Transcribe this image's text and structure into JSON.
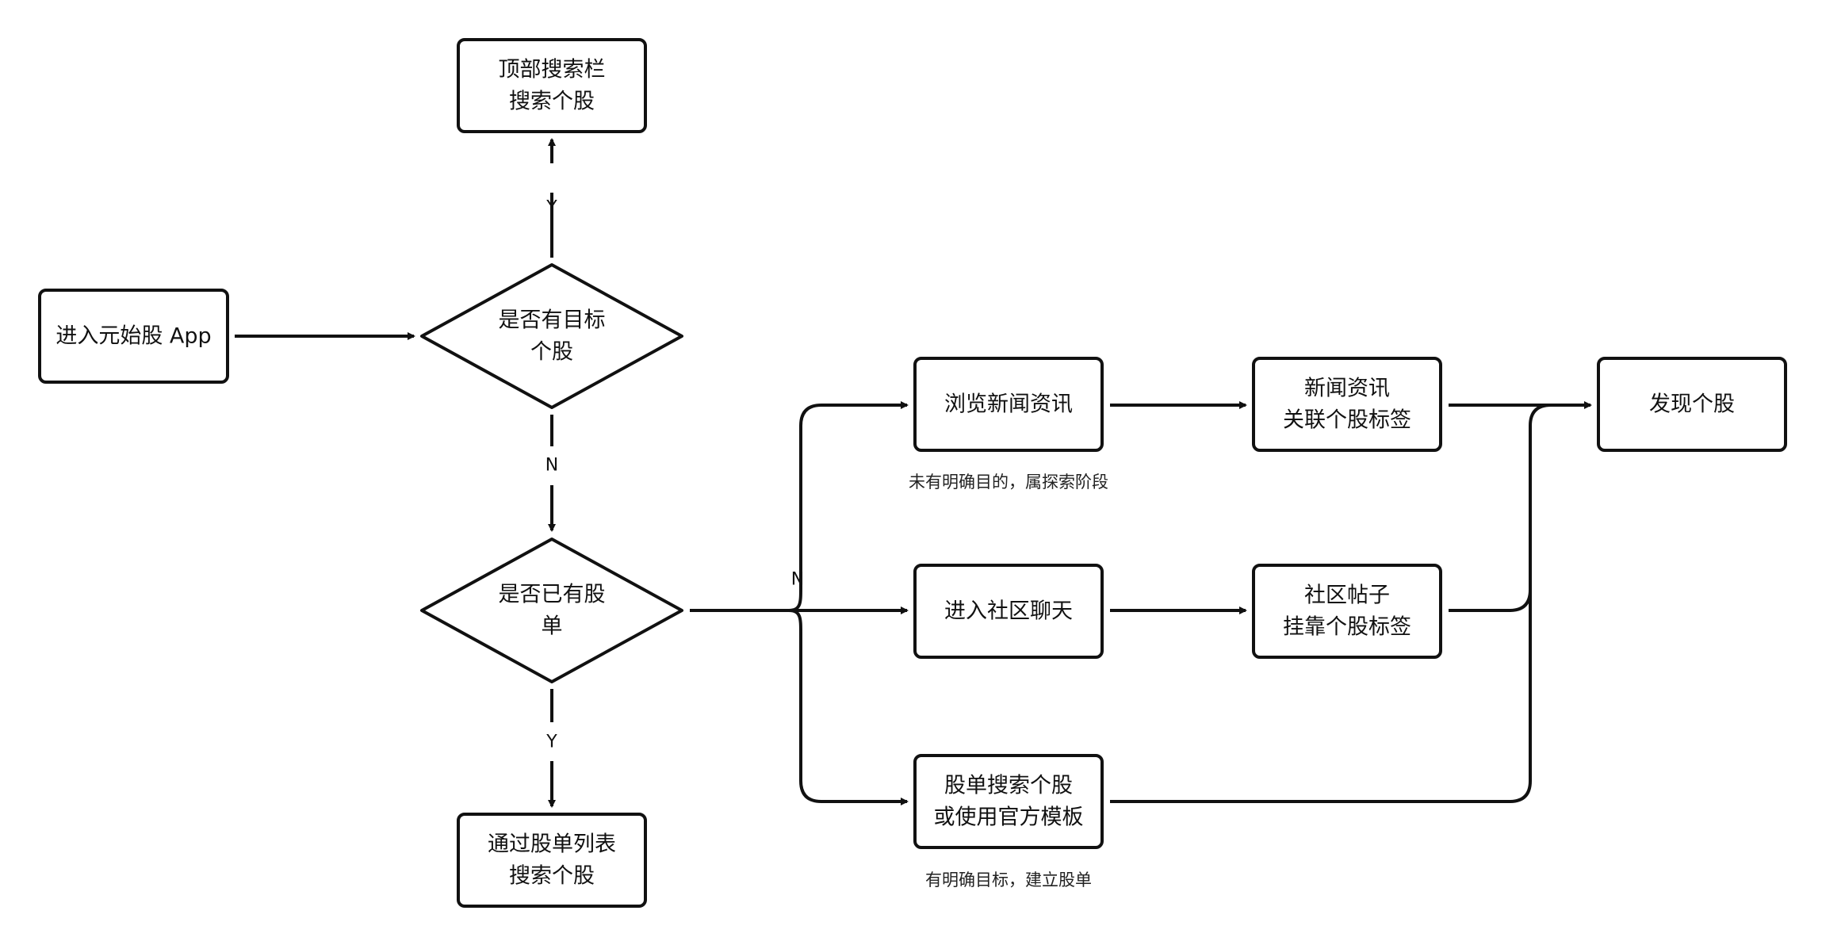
{
  "nodes": {
    "enter_app": [
      "进入元始股 App"
    ],
    "top_search": [
      "顶部搜索栏",
      "搜索个股"
    ],
    "has_target": [
      "是否有目标",
      "个股"
    ],
    "has_list": [
      "是否已有股",
      "单"
    ],
    "list_search": [
      "通过股单列表",
      "搜索个股"
    ],
    "browse_news": [
      "浏览新闻资讯"
    ],
    "news_tags": [
      "新闻资讯",
      "关联个股标签"
    ],
    "community_chat": [
      "进入社区聊天"
    ],
    "community_posts": [
      "社区帖子",
      "挂靠个股标签"
    ],
    "list_template": [
      "股单搜索个股",
      "或使用官方模板"
    ],
    "discover": [
      "发现个股"
    ]
  },
  "branch_labels": {
    "yes_up": "Y",
    "no_down": "N",
    "yes_down": "Y",
    "no_right": "N"
  },
  "notes": {
    "explore": "未有明确目的，属探索阶段",
    "targeted": "有明确目标，建立股单"
  },
  "colors": {
    "stroke": "#111111",
    "background": "#ffffff"
  }
}
